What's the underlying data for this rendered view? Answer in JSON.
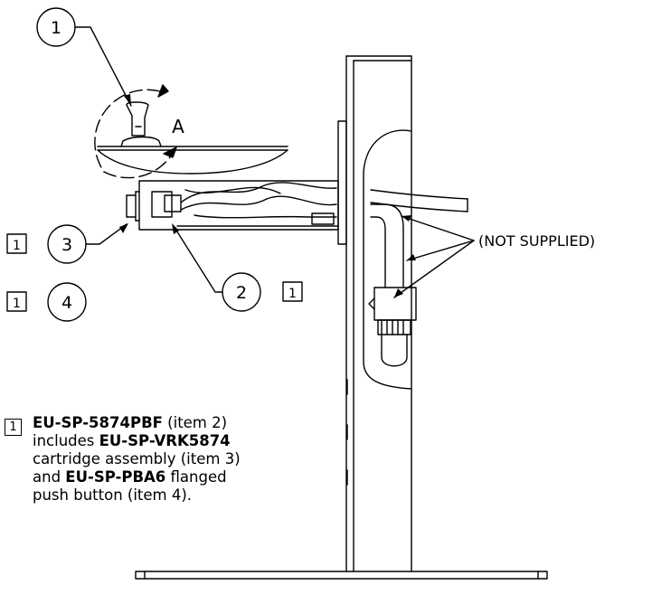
{
  "callouts": {
    "item_1": "1",
    "item_2": "2",
    "item_3": "3",
    "item_4": "4",
    "detail_label": "A",
    "not_supplied": "(NOT SUPPLIED)"
  },
  "flag_boxes": {
    "item_2_flag": "1",
    "item_3_flag": "1",
    "item_4_flag": "1"
  },
  "note": {
    "flag": "1",
    "part_kit": "EU-SP-5874PBF",
    "part_kit_ref": " (item 2)",
    "includes_word": "includes ",
    "cartridge_part": "EU-SP-VRK5874",
    "cartridge_desc": "cartridge assembly (item 3)",
    "and_word": "and ",
    "button_part": "EU-SP-PBA6",
    "button_desc": " flanged push button (item 4)."
  }
}
